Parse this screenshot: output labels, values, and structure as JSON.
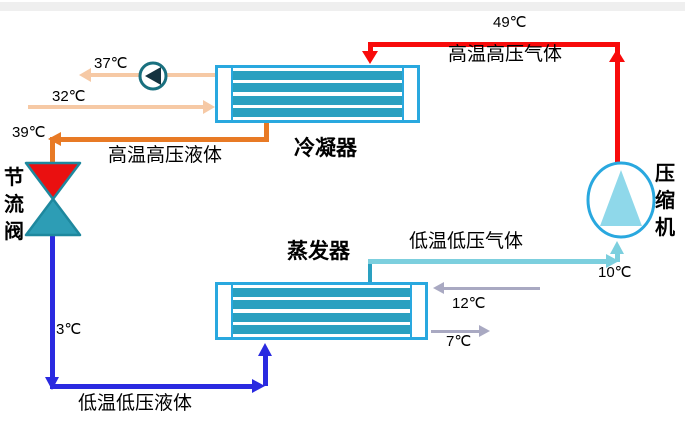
{
  "colors": {
    "pipe-red": "#f80b0b",
    "pipe-orange": "#e87a25",
    "pipe-blue": "#2a2ae0",
    "pipe-cyan": "#7ccfde",
    "hx-border": "#29a8df",
    "hx-stripe": "#2aa0c0",
    "valve-red": "#ea1010",
    "valve-border": "#1e889e",
    "valve-teal": "#2d9db5",
    "pump-border": "#19707f",
    "pump-triangle": "#14333f",
    "comp-border": "#29a8df",
    "comp-triangle": "#8fd8ea",
    "ext-warm": "#f6c9a5",
    "ext-cool": "#a9a9c2"
  },
  "components": {
    "condenser": {
      "label": "冷凝器"
    },
    "evaporator": {
      "label": "蒸发器"
    },
    "compressor": {
      "label": "压缩机"
    },
    "valve": {
      "label": "节流阀"
    }
  },
  "flows": {
    "hot_gas": {
      "label": "高温高压气体",
      "temp": "49℃"
    },
    "hot_liquid": {
      "label": "高温高压液体",
      "temp": "39℃"
    },
    "cold_gas": {
      "label": "低温低压气体",
      "temp": "10℃"
    },
    "cold_liquid": {
      "label": "低温低压液体",
      "temp": "3℃"
    }
  },
  "external_flows": {
    "water_out": {
      "temp": "37℃"
    },
    "water_in": {
      "temp": "32℃"
    },
    "air_in": {
      "temp": "12℃"
    },
    "air_out": {
      "temp": "7℃"
    }
  }
}
